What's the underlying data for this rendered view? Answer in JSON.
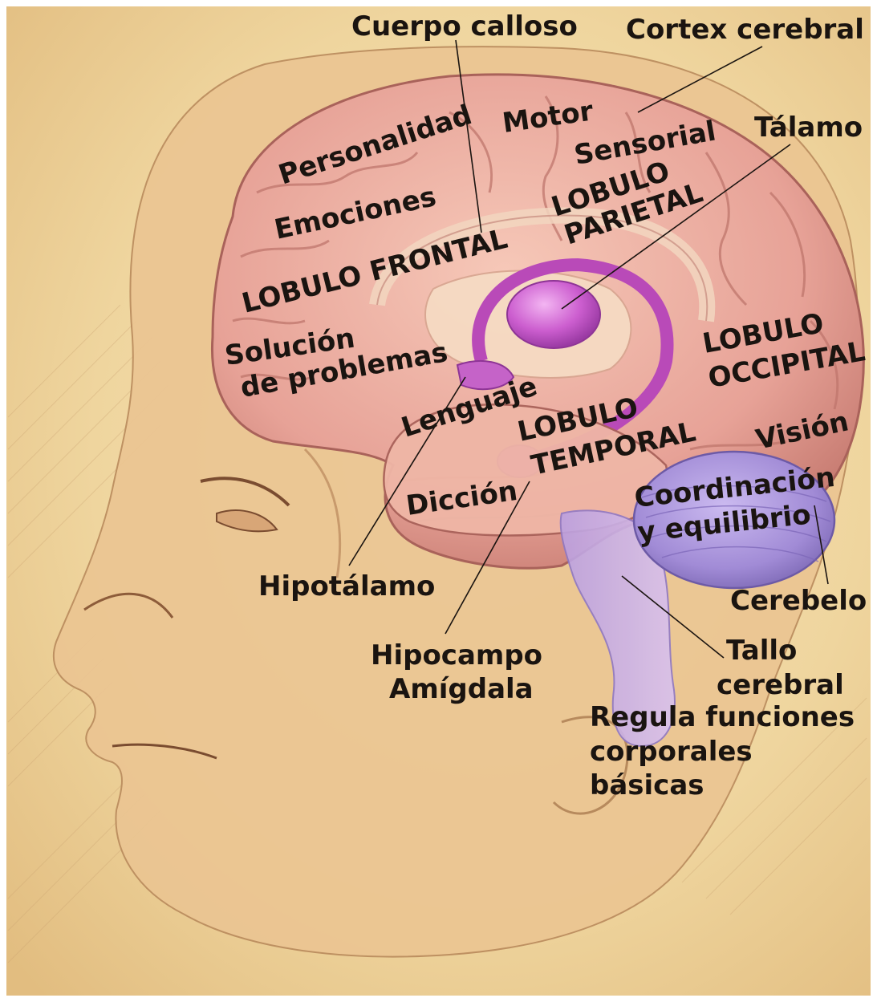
{
  "labels": {
    "cuerpo_calloso": "Cuerpo calloso",
    "cortex_cerebral": "Cortex cerebral",
    "talamo": "Tálamo",
    "personalidad": "Personalidad",
    "motor": "Motor",
    "sensorial": "Sensorial",
    "emociones": "Emociones",
    "lobulo_parietal_1": "LOBULO",
    "lobulo_parietal_2": "PARIETAL",
    "lobulo_frontal": "LOBULO FRONTAL",
    "solucion_1": "Solución",
    "solucion_2": "de problemas",
    "lobulo_occipital_1": "LOBULO",
    "lobulo_occipital_2": "OCCIPITAL",
    "lenguaje": "Lenguaje",
    "lobulo_temporal_1": "LOBULO",
    "lobulo_temporal_2": "TEMPORAL",
    "vision": "Visión",
    "diccion": "Dicción",
    "coordinacion_1": "Coordinación",
    "coordinacion_2": "y equilibrio",
    "hipotalamo": "Hipotálamo",
    "cerebelo": "Cerebelo",
    "hipocampo": "Hipocampo",
    "amigdala": "Amígdala",
    "tallo_1": "Tallo",
    "tallo_2": "cerebral",
    "regula_1": "Regula funciones",
    "regula_2": "corporales",
    "regula_3": "básicas"
  },
  "colors": {
    "parchment": "#f0d9a4",
    "skin": "#e8c08e",
    "brain_pink": "#e9a89c",
    "brain_fold": "#c77b72",
    "thalamus_magenta": "#c04fc6",
    "cerebellum_violet": "#a68fd8",
    "label_text": "#1a1410"
  }
}
